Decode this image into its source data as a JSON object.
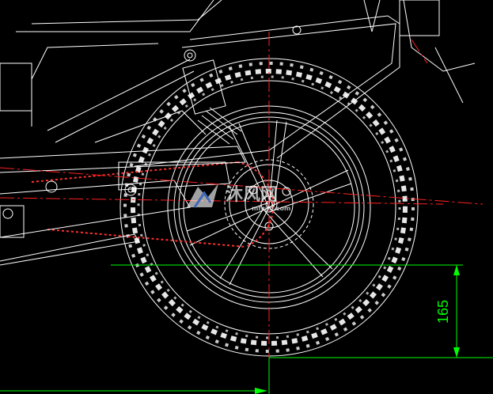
{
  "drawing": {
    "background": "#000000",
    "line_color": "#ffffff",
    "centerline_color": "#ff2020",
    "dimension_color": "#00ff00"
  },
  "dimension": {
    "value": "165"
  },
  "watermark": {
    "brand": "沐风网",
    "url": "mfcad.com"
  },
  "icons": {
    "watermark_logo": "mf-logo-icon"
  }
}
